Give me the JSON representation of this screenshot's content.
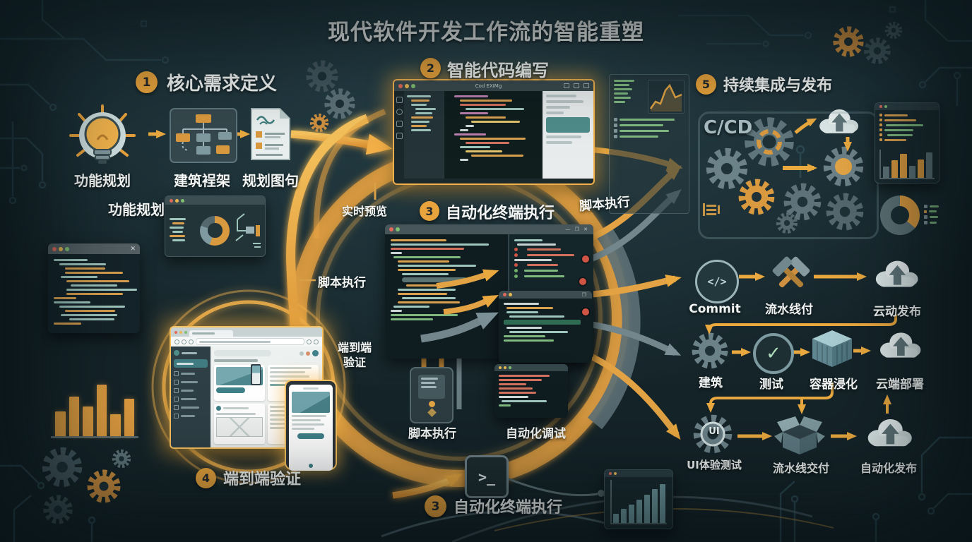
{
  "title": "现代软件开发工作流的智能重塑",
  "badges": {
    "s1": "1",
    "s2": "2",
    "s3": "3",
    "s4": "4",
    "s5": "5",
    "s3_bottom": "3"
  },
  "step_titles": {
    "s1": "核心需求定义",
    "s2": "智能代码编写",
    "s3": "自动化终端执行",
    "s4": "端到端验证",
    "s5": "持续集成与发布",
    "s3_bottom": "自动化终端执行"
  },
  "step1_items": {
    "feature_planning": "功能规划",
    "arch_framework": "建筑裎架",
    "planning_doc": "规划图句"
  },
  "annotations": {
    "feature_planning_2": "功能规划",
    "live_preview": "实时预览",
    "script_exec_left": "脚本执行",
    "script_exec_top": "脚本执行",
    "script_exec_bottom": "脚本执行",
    "e2e_line1": "端到端",
    "e2e_line2": "验证",
    "auto_debug": "自动化调试",
    "cicd": "C/CD"
  },
  "pipeline": {
    "row1": [
      "Commit",
      "流水线付",
      "云动发布"
    ],
    "row2": [
      "建筑",
      "测试",
      "容器浸化",
      "云端部署"
    ],
    "row3": [
      "UI体验测试",
      "流水线交付",
      "自动化发布"
    ]
  },
  "editor": {
    "title": "Cod EXIMg"
  },
  "glyphs": {
    "close": "✕",
    "min": "—",
    "max": "❐",
    "prompt": ">_",
    "commit": "</>",
    "check": "✓",
    "ui": "UI"
  },
  "colors": {
    "accent": "#E8A33D",
    "glow": "#F5B942",
    "background": "#1E3237",
    "teal": "#3E8E96",
    "gray_arrow": "#72868C",
    "red": "#CF5F4E",
    "green": "#7EB87F"
  },
  "codelines": {
    "left_win": [
      [
        0,
        42,
        "t"
      ],
      [
        8,
        58,
        "t"
      ],
      [
        16,
        50,
        "o"
      ],
      [
        16,
        72,
        "o"
      ],
      [
        10,
        46,
        "t"
      ],
      [
        18,
        78,
        "o"
      ],
      [
        24,
        58,
        "t"
      ],
      [
        18,
        88,
        "t"
      ],
      [
        18,
        70,
        "o"
      ],
      [
        0,
        28,
        "o"
      ],
      [
        0,
        46,
        "t"
      ],
      [
        8,
        82,
        "t"
      ],
      [
        16,
        62,
        "o"
      ],
      [
        10,
        70,
        "t"
      ],
      [
        22,
        56,
        "t"
      ],
      [
        0,
        34,
        "o"
      ]
    ],
    "editor_files": [
      [
        0,
        70,
        "t"
      ],
      [
        6,
        55,
        "o"
      ],
      [
        6,
        45,
        "t"
      ],
      [
        12,
        60,
        "t"
      ],
      [
        12,
        50,
        "t"
      ],
      [
        6,
        65,
        "o"
      ],
      [
        6,
        55,
        "t"
      ],
      [
        6,
        45,
        "o"
      ],
      [
        6,
        58,
        "t"
      ]
    ],
    "editor_code": [
      [
        0,
        40,
        "p"
      ],
      [
        8,
        62,
        "o"
      ],
      [
        8,
        55,
        "r"
      ],
      [
        16,
        70,
        "t"
      ],
      [
        8,
        34,
        "p"
      ],
      [
        16,
        48,
        "o"
      ],
      [
        24,
        58,
        "y"
      ],
      [
        16,
        10,
        "w"
      ],
      [
        8,
        10,
        "w"
      ],
      [
        0,
        38,
        "p"
      ],
      [
        8,
        78,
        "o"
      ],
      [
        16,
        52,
        "r"
      ],
      [
        8,
        36,
        "t"
      ],
      [
        16,
        44,
        "y"
      ],
      [
        24,
        62,
        "o"
      ],
      [
        8,
        10,
        "w"
      ]
    ],
    "term_main": [
      [
        0,
        50,
        "o"
      ],
      [
        0,
        88,
        "t"
      ],
      [
        0,
        66,
        "r"
      ],
      [
        0,
        10,
        "w"
      ],
      [
        4,
        60,
        "g"
      ],
      [
        10,
        46,
        "o"
      ],
      [
        10,
        70,
        "t"
      ],
      [
        10,
        52,
        "o"
      ],
      [
        16,
        42,
        "t"
      ],
      [
        16,
        58,
        "hl"
      ],
      [
        22,
        38,
        "o"
      ],
      [
        10,
        52,
        "t"
      ],
      [
        10,
        44,
        "o"
      ],
      [
        16,
        48,
        "t"
      ],
      [
        10,
        56,
        "o"
      ],
      [
        4,
        32,
        "t"
      ],
      [
        0,
        10,
        "w"
      ],
      [
        0,
        60,
        "g"
      ],
      [
        0,
        38,
        "g"
      ]
    ],
    "term_rtop": [
      [
        0,
        38,
        "t"
      ],
      [
        4,
        52,
        "w"
      ],
      [
        10,
        46,
        "r",
        "dotr"
      ],
      [
        10,
        64,
        "r",
        "dotr"
      ],
      [
        0,
        50,
        "w"
      ],
      [
        10,
        42,
        "r",
        "dotr"
      ],
      [
        6,
        46,
        "g",
        "dotg"
      ],
      [
        6,
        54,
        "g",
        "dotg"
      ]
    ],
    "term_rbot": [
      [
        0,
        42,
        "w"
      ],
      [
        4,
        56,
        "o"
      ],
      [
        4,
        38,
        "t"
      ],
      [
        8,
        66,
        "t"
      ],
      [
        0,
        92,
        "ghl"
      ],
      [
        4,
        42,
        "w"
      ],
      [
        8,
        70,
        "t"
      ],
      [
        0,
        50,
        "g"
      ],
      [
        0,
        60,
        "g"
      ]
    ],
    "mini_term": [
      [
        0,
        78,
        "r"
      ],
      [
        0,
        66,
        "r"
      ],
      [
        0,
        42,
        "r"
      ],
      [
        0,
        52,
        "r"
      ],
      [
        0,
        58,
        "r"
      ],
      [
        0,
        46,
        "w"
      ],
      [
        4,
        70,
        "t"
      ],
      [
        0,
        18,
        "g"
      ]
    ],
    "edge_code": [
      [
        0,
        42,
        "o",
        "sqo"
      ],
      [
        0,
        58,
        "o",
        "sqo"
      ],
      [
        2,
        68,
        "g",
        "sqo"
      ],
      [
        0,
        52,
        "g",
        "sqo"
      ],
      [
        4,
        46,
        "g",
        "sqo"
      ],
      [
        0,
        40,
        "o",
        "sqo"
      ]
    ],
    "panel_list": [
      [
        0,
        68,
        "g"
      ],
      [
        0,
        52,
        "g"
      ],
      [
        0,
        60,
        "g"
      ],
      [
        0,
        46,
        "g"
      ],
      [
        0,
        56,
        "g"
      ],
      [
        0,
        38,
        "g"
      ]
    ],
    "panel_rows": [
      [
        0,
        78,
        "g",
        "sq"
      ],
      [
        0,
        62,
        "g",
        "sq"
      ],
      [
        0,
        70,
        "g",
        "sq"
      ],
      [
        0,
        55,
        "g",
        "sq"
      ]
    ],
    "dash_lines": [
      [
        0,
        60,
        "t"
      ],
      [
        4,
        44,
        "o"
      ],
      [
        0,
        52,
        "t"
      ],
      [
        4,
        40,
        "t"
      ],
      [
        0,
        56,
        "o"
      ],
      [
        4,
        46,
        "t"
      ]
    ],
    "donut_legend": [
      [
        0,
        58,
        "g",
        "sq"
      ],
      [
        0,
        48,
        "g",
        "sqo"
      ],
      [
        0,
        55,
        "g",
        "sq"
      ],
      [
        0,
        44,
        "g",
        "sq"
      ]
    ]
  },
  "bars": {
    "edge_chart": [
      [
        40,
        "g"
      ],
      [
        62,
        "o"
      ],
      [
        85,
        "o"
      ],
      [
        42,
        "g"
      ],
      [
        64,
        "o"
      ],
      [
        90,
        "g"
      ]
    ],
    "br_chart": [
      [
        22,
        "t"
      ],
      [
        32,
        "t"
      ],
      [
        42,
        "t"
      ],
      [
        54,
        "t"
      ],
      [
        66,
        "t"
      ],
      [
        78,
        "t"
      ],
      [
        90,
        "t"
      ]
    ],
    "bl_chart": [
      [
        36,
        "o"
      ],
      [
        58,
        "o"
      ],
      [
        44,
        "o"
      ],
      [
        76,
        "o"
      ],
      [
        32,
        "o"
      ],
      [
        55,
        "o"
      ]
    ]
  }
}
